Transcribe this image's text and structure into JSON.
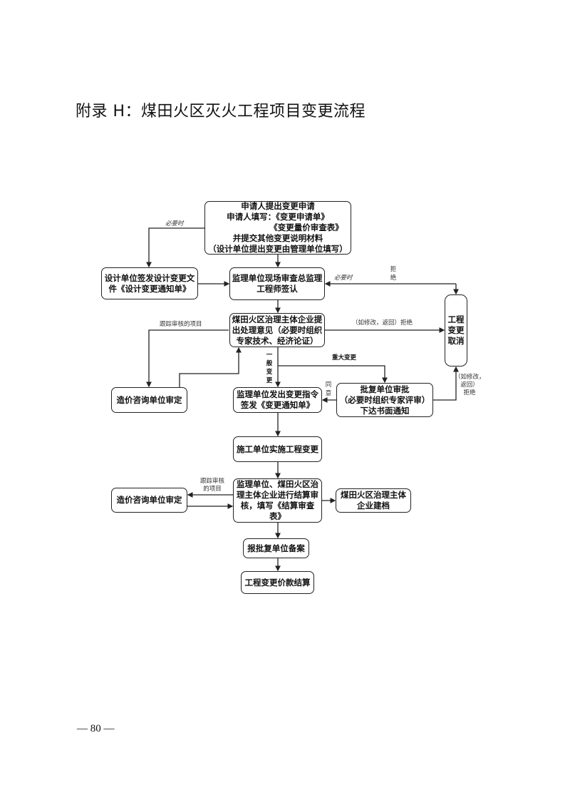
{
  "title": "附录 H：煤田火区灭火工程项目变更流程",
  "page_number": "— 80 —",
  "nodes": {
    "apply": {
      "lines": [
        "申请人提出变更申请",
        "申请人填写：《变更申请单》",
        "《变更量价审查表》",
        "并提交其他变更说明材料",
        "（设计单位提出变更由管理单位填写）"
      ]
    },
    "design_issue": {
      "lines": [
        "设计单位签发设计变更文",
        "件《设计变更通知单》"
      ]
    },
    "supervisor_review": {
      "lines": [
        "监理单位现场审查总监理",
        "工程师签认"
      ]
    },
    "enterprise_opinion": {
      "lines": [
        "煤田火区治理主体企业提",
        "出处理意见（必要时组织",
        "专家技术、经济论证）"
      ]
    },
    "cancel": {
      "lines": [
        "工程",
        "变更",
        "取消"
      ]
    },
    "cost_review_1": {
      "lines": [
        "造价咨询单位审定"
      ]
    },
    "supervisor_order": {
      "lines": [
        "监理单位发出变更指令",
        "签发《变更通知单》"
      ]
    },
    "approval": {
      "lines": [
        "批复单位审批",
        "（必要时组织专家评审）",
        "下达书面通知"
      ]
    },
    "construction": {
      "lines": [
        "施工单位实施工程变更"
      ]
    },
    "cost_review_2": {
      "lines": [
        "造价咨询单位审定"
      ]
    },
    "settlement_review": {
      "lines": [
        "监理单位、煤田火区治",
        "理主体企业进行结算审",
        "核，填写《结算审查",
        "表》"
      ]
    },
    "archive": {
      "lines": [
        "煤田火区治理主体",
        "企业建档"
      ]
    },
    "filing": {
      "lines": [
        "报批复单位备案"
      ]
    },
    "final_settlement": {
      "lines": [
        "工程变更价款结算"
      ]
    }
  },
  "edge_labels": {
    "when_necessary_1": "必要时",
    "when_necessary_2": "必要时",
    "reject_top": [
      "拒",
      "绝"
    ],
    "modify_return_reject": "（如修改，返回）拒绝",
    "track_review_items": "跟踪审核的项目",
    "general_change": [
      "一",
      "般",
      "变",
      "更"
    ],
    "major_change": "重大变更",
    "agree": [
      "同",
      "意"
    ],
    "modify_return_reject_right": [
      "（如修改，",
      "返回）",
      "拒绝"
    ],
    "track_review_items_2": [
      "跟踪审核",
      "的项目"
    ]
  },
  "colors": {
    "line": "#222222",
    "text": "#111111"
  }
}
